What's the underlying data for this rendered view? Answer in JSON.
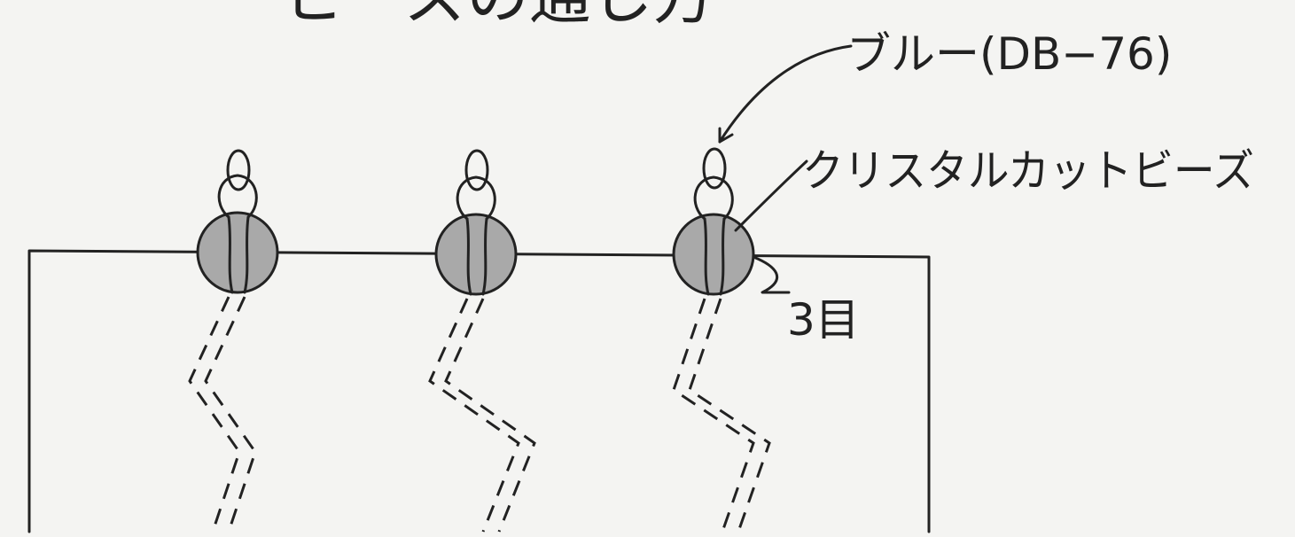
{
  "diagram": {
    "title_partial": "ビーズの通し方",
    "labels": {
      "blue_bead": "ブルー(DB−76)",
      "crystal_bead": "クリスタルカットビーズ",
      "stitch_count": "3目"
    },
    "bead_positions": 3,
    "colors": {
      "ink": "#222222",
      "bead_fill": "#a9a9a9",
      "background": "#f4f4f2"
    }
  }
}
